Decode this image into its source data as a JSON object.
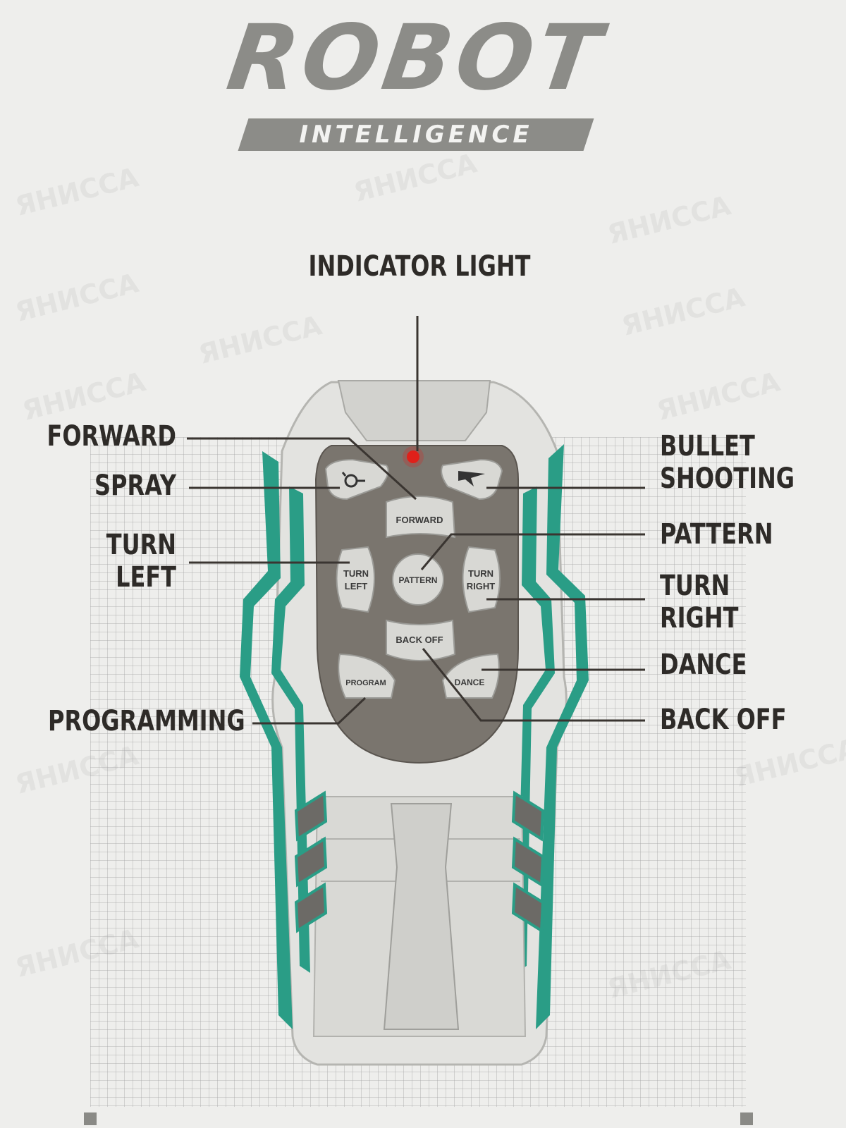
{
  "logo": {
    "title": "ROBOT",
    "subtitle": "INTELLIGENCE"
  },
  "watermark": {
    "text": "ЯНИССА"
  },
  "callouts": {
    "indicator_light": "INDICATOR LIGHT",
    "forward": "FORWARD",
    "spray": "SPRAY",
    "turn_left": "TURN\nLEFT",
    "programming": "PROGRAMMING",
    "bullet_shooting": "BULLET\nSHOOTING",
    "pattern": "PATTERN",
    "turn_right": "TURN\nRIGHT",
    "dance": "DANCE",
    "back_off": "BACK OFF"
  },
  "buttons": {
    "forward": "FORWARD",
    "turn_left": [
      "TURN",
      "LEFT"
    ],
    "pattern": "PATTERN",
    "turn_right": [
      "TURN",
      "RIGHT"
    ],
    "back_off": "BACK OFF",
    "program": "PROGRAM",
    "dance": "DANCE"
  },
  "icons": {
    "spray": "spray-icon",
    "bullet": "bullet-icon"
  },
  "colors": {
    "background": "#eeeeec",
    "logo": "#8c8c88",
    "label_text": "#2e2b28",
    "remote_shell": "#e3e3e0",
    "remote_panel": "#7a756e",
    "accent_teal": "#2a9d86",
    "indicator_red": "#e0201a",
    "leader_line": "#3a3531"
  }
}
